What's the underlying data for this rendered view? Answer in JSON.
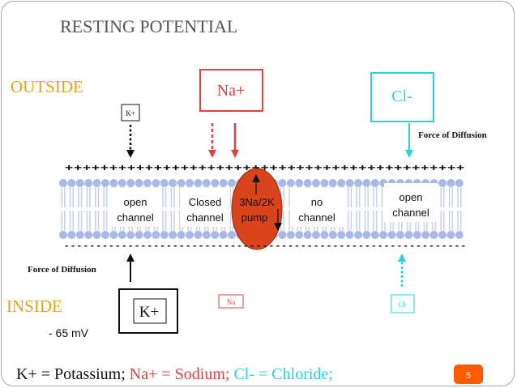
{
  "title": "RESTING POTENTIAL",
  "labels": {
    "outside": "OUTSIDE",
    "inside": "INSIDE",
    "voltage": "- 65 mV",
    "force_right": "Force of Diffusion",
    "force_left": "Force of Diffusion"
  },
  "boxes": {
    "na_top": "Na+",
    "cl_top": "Cl-",
    "k_small": "K+",
    "k_inside": "K+",
    "na_inside": "Na",
    "cl_inside": "Cl-"
  },
  "membrane": {
    "plus_row": "+++++++++++++++++++++++++++++++++++++++++++++",
    "minus_row": "- - - - - - - - - - - - - - - - - - - - - - - - - - - - - - - - - - - - - - - - - - - - - - - - - - - - - - - - - - - - - - -",
    "channels": [
      {
        "line1": "open",
        "line2": "channel"
      },
      {
        "line1": "Closed",
        "line2": "channel"
      },
      {
        "line1": "3Na/2K",
        "line2": "pump"
      },
      {
        "line1": "no",
        "line2": "channel"
      },
      {
        "line1": "open",
        "line2": "channel"
      }
    ]
  },
  "legend": {
    "k": "K+ = Potassium;",
    "na": "Na+ = Sodium;",
    "cl": "Cl- = Chloride;"
  },
  "page_number": "5",
  "colors": {
    "title": "#555555",
    "outside": "#e8a317",
    "red": "#e04040",
    "cyan": "#27d3dc",
    "pump": "#d9441c",
    "lipid_head": "#a8b8e8",
    "lipid_tail": "#c4cdea",
    "page_badge": "#ff5a00"
  }
}
